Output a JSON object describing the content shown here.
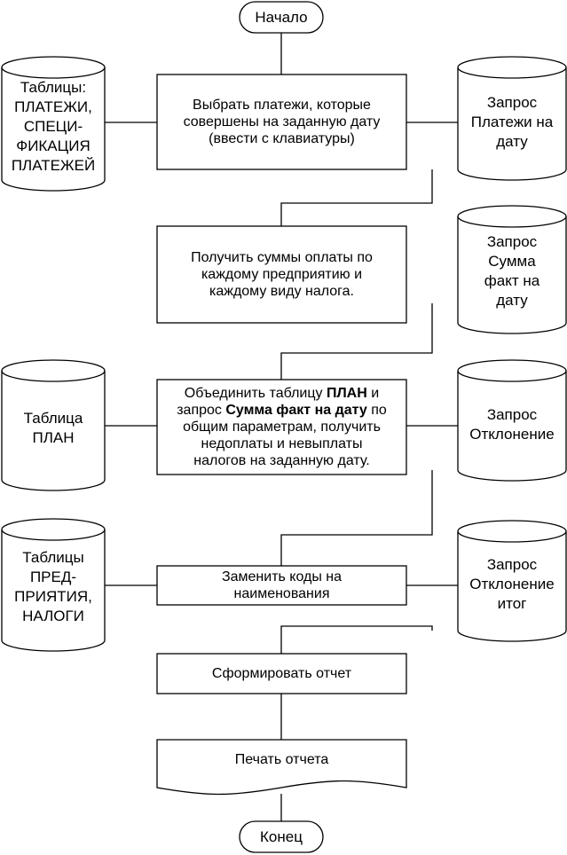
{
  "flowchart": {
    "start": "Начало",
    "end": "Конец",
    "processes": {
      "p1": [
        "Выбрать платежи, которые",
        "совершены на заданную дату",
        "(ввести с клавиатуры)"
      ],
      "p2": [
        "Получить суммы оплаты по",
        "каждому предприятию и",
        "каждому виду налога."
      ],
      "p3": {
        "line1_pre": "Объединить таблицу ",
        "line1_bold": "ПЛАН",
        "line1_post": " и",
        "line2_pre": "запрос ",
        "line2_bold": "Сумма факт на дату",
        "line2_post": " по",
        "line3": "общим параметрам, получить",
        "line4": "недоплаты и невыплаты",
        "line5": "налогов на заданную дату."
      },
      "p4": [
        "Заменить коды на",
        "наименования"
      ],
      "p5": "Сформировать отчет"
    },
    "document": "Печать отчета",
    "left_stores": {
      "s1": [
        "Таблицы:",
        "ПЛАТЕЖИ,",
        "СПЕЦИ-",
        "ФИКАЦИЯ",
        "ПЛАТЕЖЕЙ"
      ],
      "s2": [
        "Таблица",
        "ПЛАН"
      ],
      "s3": [
        "Таблицы",
        "ПРЕД-",
        "ПРИЯТИЯ,",
        "НАЛОГИ"
      ]
    },
    "right_stores": {
      "q1": [
        "Запрос",
        "Платежи на",
        "дату"
      ],
      "q2": [
        "Запрос",
        "Сумма",
        "факт на",
        "дату"
      ],
      "q3": [
        "Запрос",
        "Отклонение"
      ],
      "q4": [
        "Запрос",
        "Отклонение",
        "итог"
      ]
    }
  }
}
